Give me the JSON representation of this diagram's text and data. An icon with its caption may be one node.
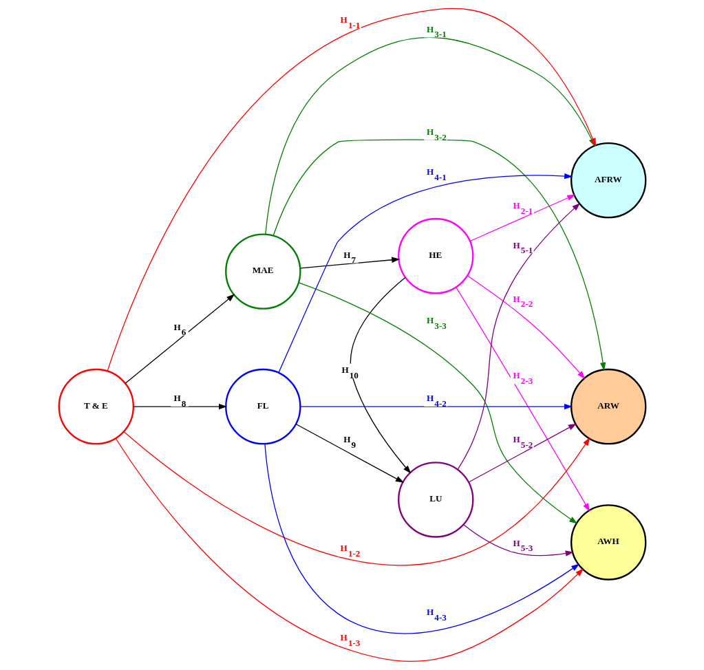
{
  "diagram": {
    "nodes": [
      {
        "text": [
          "HE"
        ]
      },
      {
        "text": [
          "MAE"
        ]
      },
      {
        "text": [
          "AFRW"
        ]
      },
      {
        "text": [
          "T & E"
        ]
      },
      {
        "text": [
          "ARW"
        ]
      },
      {
        "text": [
          "FL"
        ]
      },
      {
        "text": [
          "AWH"
        ]
      },
      {
        "text": [
          "LU"
        ]
      }
    ],
    "edges": [
      {
        "from": 3,
        "to": 1,
        "arrow": "to",
        "label": "H$_{6}$"
      },
      {
        "from": 1,
        "to": 0,
        "arrow": "to",
        "label": "H$_{7}$"
      },
      {
        "from": 3,
        "to": 5,
        "arrow": "to",
        "label": "H$_{8}$"
      },
      {
        "from": 5,
        "to": 7,
        "arrow": "to",
        "label": "H$_{9}$"
      },
      {
        "from": 0,
        "to": 7,
        "arrow": "to",
        "label": "H$_{10}$"
      },
      {
        "from": 3,
        "to": 2,
        "arrow": "to",
        "label": "H$_{1-1}$",
        "color": "#ff0000"
      },
      {
        "from": 3,
        "to": 4,
        "arrow": "to",
        "label": "H$_{1-2}$",
        "color": "#ff0000"
      },
      {
        "from": 3,
        "to": 6,
        "arrow": "to",
        "label": "H$_{1-3}$",
        "color": "#ff0000"
      },
      {
        "from": 0,
        "to": 2,
        "arrow": "to",
        "label": "H$_{2-1}$",
        "color": "#ff00ff"
      },
      {
        "from": 0,
        "to": 4,
        "arrow": "to",
        "label": "H$_{2-2}$",
        "color": "#ff00ff"
      },
      {
        "from": 0,
        "to": 6,
        "arrow": "to",
        "label": "H$_{2-3}$",
        "color": "#ff00ff"
      },
      {
        "from": 1,
        "to": 2,
        "arrow": "to",
        "label": "H$_{3-1}$",
        "color": "#008000"
      },
      {
        "from": 1,
        "to": 4,
        "arrow": "to",
        "label": "H$_{3-2}$",
        "color": "#008000"
      },
      {
        "from": 1,
        "to": 6,
        "arrow": "to",
        "label": "H$_{3-3}$",
        "color": "#008000"
      },
      {
        "from": 5,
        "to": 2,
        "arrow": "to",
        "label": "H$_{4-1}$",
        "color": "#0000ff"
      },
      {
        "from": 5,
        "to": 4,
        "arrow": "to",
        "label": "H$_{4-2}$",
        "color": "#0000ff"
      },
      {
        "from": 5,
        "to": 6,
        "arrow": "to",
        "label": "H$_{4-3}$",
        "color": "#0000ff"
      },
      {
        "from": 7,
        "to": 2,
        "arrow": "to",
        "label": "H$_{5-1}$",
        "color": "#800080"
      },
      {
        "from": 7,
        "to": 4,
        "arrow": "to",
        "label": "H$_{5-2}$",
        "color": "#800080"
      },
      {
        "from": 7,
        "to": 6,
        "arrow": "to",
        "label": "H$_{5-3}$",
        "color": "#800080"
      }
    ]
  }
}
